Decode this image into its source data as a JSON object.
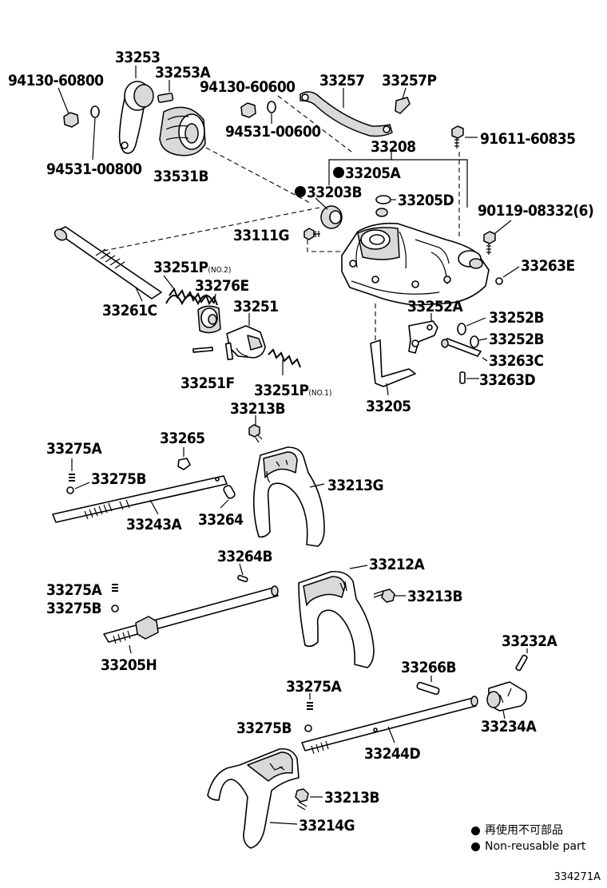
{
  "labels": {
    "l33253": "33253",
    "l94130_60800": "94130-60800",
    "l33253A": "33253A",
    "l94130_60600": "94130-60600",
    "l33257": "33257",
    "l33257P": "33257P",
    "l91611_60835": "91611-60835",
    "l94531_00600": "94531-00600",
    "l33208": "33208",
    "l94531_00800": "94531-00800",
    "l33531B": "33531B",
    "l33205A": "33205A",
    "l33203B": "33203B",
    "l33205D": "33205D",
    "l90119_08332": "90119-08332(6)",
    "l33111G": "33111G",
    "l33263E": "33263E",
    "l33251P2": "33251P",
    "l33251P2_sub": "(NO.2)",
    "l33276E": "33276E",
    "l33261C": "33261C",
    "l33251": "33251",
    "l33252A": "33252A",
    "l33252B_1": "33252B",
    "l33252B_2": "33252B",
    "l33263C": "33263C",
    "l33263D": "33263D",
    "l33251F": "33251F",
    "l33251P1": "33251P",
    "l33251P1_sub": "(NO.1)",
    "l33205": "33205",
    "l33213B_1": "33213B",
    "l33275A_1": "33275A",
    "l33265": "33265",
    "l33275B_1": "33275B",
    "l33213G": "33213G",
    "l33243A": "33243A",
    "l33264": "33264",
    "l33264B": "33264B",
    "l33212A": "33212A",
    "l33275A_2": "33275A",
    "l33213B_2": "33213B",
    "l33275B_2": "33275B",
    "l33205H": "33205H",
    "l33232A": "33232A",
    "l33266B": "33266B",
    "l33275A_3": "33275A",
    "l33234A": "33234A",
    "l33275B_3": "33275B",
    "l33244D": "33244D",
    "l33213B_3": "33213B",
    "l33214G": "33214G"
  },
  "legend": {
    "jp": "再使用不可部品",
    "en": "Non-reusable part"
  },
  "diagram_code": "334271A"
}
